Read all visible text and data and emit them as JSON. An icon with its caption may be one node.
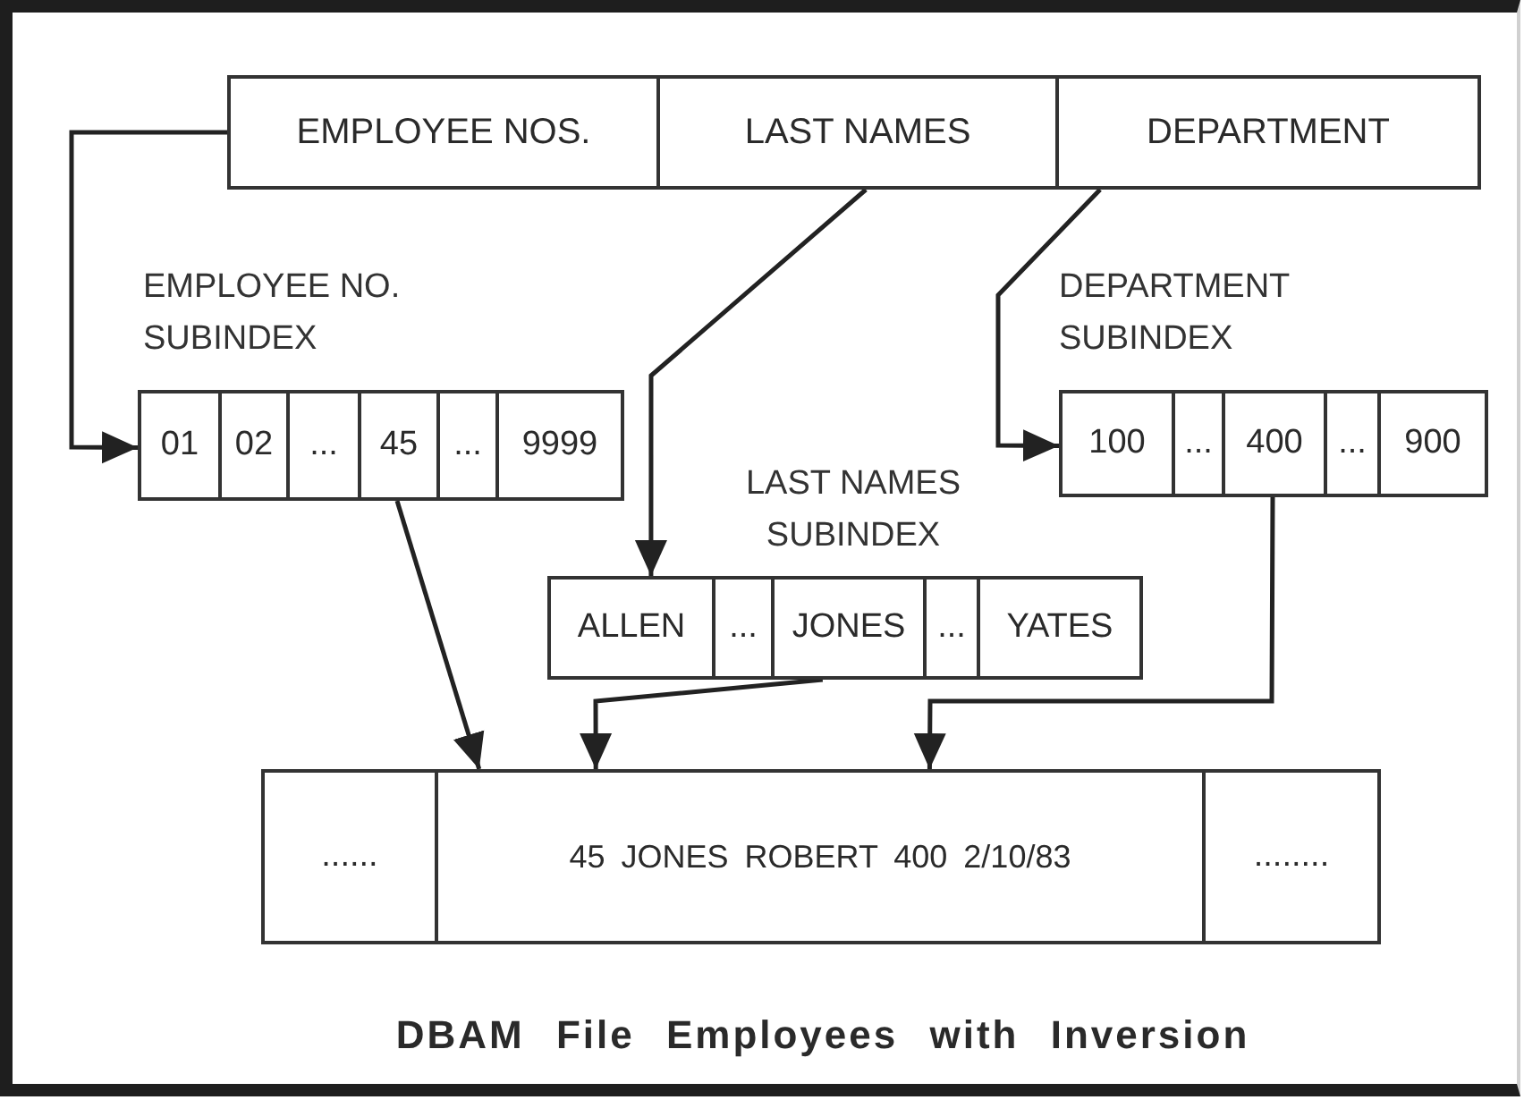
{
  "diagram": {
    "title": "DBAM File Employees with Inversion",
    "nodes": [
      {
        "text": [
          "EMPLOYEE NOS."
        ]
      },
      {
        "text": [
          "LAST NAMES"
        ]
      },
      {
        "text": [
          "DEPARTMENT"
        ]
      },
      {
        "text": [
          "01"
        ]
      },
      {
        "text": [
          "02"
        ]
      },
      {
        "text": [
          "..."
        ]
      },
      {
        "text": [
          "45"
        ]
      },
      {
        "text": [
          "..."
        ]
      },
      {
        "text": [
          "9999"
        ]
      },
      {
        "text": [
          "100"
        ]
      },
      {
        "text": [
          "..."
        ]
      },
      {
        "text": [
          "400"
        ]
      },
      {
        "text": [
          "..."
        ]
      },
      {
        "text": [
          "900"
        ]
      },
      {
        "text": [
          "ALLEN"
        ]
      },
      {
        "text": [
          "..."
        ]
      },
      {
        "text": [
          "JONES"
        ]
      },
      {
        "text": [
          "..."
        ]
      },
      {
        "text": [
          "YATES"
        ]
      },
      {
        "text": [
          "......"
        ]
      },
      {
        "text": [
          "45 JONES ROBERT 400 2/10/83"
        ]
      },
      {
        "text": [
          "........"
        ]
      }
    ],
    "edges": [
      {
        "from": 0,
        "to": 3,
        "arrow": "to"
      },
      {
        "from": 1,
        "to": 14,
        "arrow": "to"
      },
      {
        "from": 2,
        "to": 9,
        "arrow": "to"
      },
      {
        "from": 6,
        "to": 20,
        "arrow": "to"
      },
      {
        "from": 16,
        "to": 20,
        "arrow": "to"
      },
      {
        "from": 11,
        "to": 20,
        "arrow": "to"
      }
    ],
    "labels": [
      "EMPLOYEE NO. SUBINDEX",
      "DEPARTMENT SUBINDEX",
      "LAST NAMES SUBINDEX"
    ]
  }
}
